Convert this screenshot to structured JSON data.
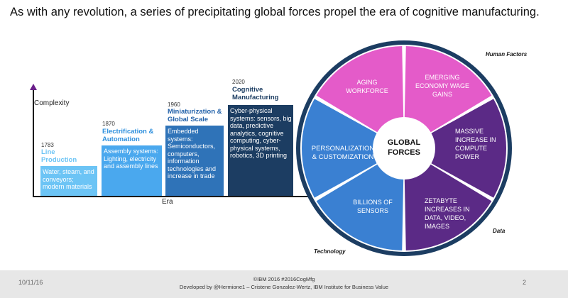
{
  "title": "As with any revolution, a series of precipitating global forces propel the era of cognitive manufacturing.",
  "timeline": {
    "y_axis_label": "Complexity",
    "x_axis_label": "Era",
    "steps": [
      {
        "year": "1783",
        "title": "Line Production",
        "text": "Water, steam, and conveyors; modern materials",
        "color": "#6cc4f5",
        "title_color": "#6cc4f5"
      },
      {
        "year": "1870",
        "title": "Electrification & Automation",
        "text": "Assembly systems: Lighting, electricity and assembly lines",
        "color": "#4aa8ee",
        "title_color": "#2d8fdd"
      },
      {
        "year": "1960",
        "title": "Miniaturization & Global Scale",
        "text": "Embedded systems: Semiconductors, computers, information technologies and increase in trade",
        "color": "#2f73b8",
        "title_color": "#1f5fa8"
      },
      {
        "year": "2020",
        "title": "Cognitive Manufacturing",
        "text": "Cyber-physical systems: sensors, big data, predictive analytics, cognitive computing, cyber-physical systems, robotics, 3D printing",
        "color": "#1c3d62",
        "title_color": "#1c3d62"
      }
    ]
  },
  "wheel": {
    "center": "GLOBAL FORCES",
    "segments": [
      {
        "label": "AGING WORKFORCE",
        "color": "#e45bc9"
      },
      {
        "label": "EMERGING ECONOMY WAGE GAINS",
        "color": "#e45bc9"
      },
      {
        "label": "MASSIVE INCREASE IN COMPUTE POWER",
        "color": "#5b2a86"
      },
      {
        "label": "ZETABYTE INCREASES IN DATA, VIDEO, IMAGES",
        "color": "#5b2a86"
      },
      {
        "label": "BILLIONS OF SENSORS",
        "color": "#3a80d2"
      },
      {
        "label": "PERSONALIZATION & CUSTOMIZATION",
        "color": "#3a80d2"
      }
    ],
    "categories": {
      "human": "Human Factors",
      "data": "Data",
      "technology": "Technology"
    }
  },
  "footer": {
    "date": "10/11/16",
    "line1": "©IBM 2016 #2016CogMfg",
    "line2": "Developed by @Hermione1 – Cristene Gonzalez-Wertz, IBM Institute for Business Value",
    "page": "2"
  }
}
